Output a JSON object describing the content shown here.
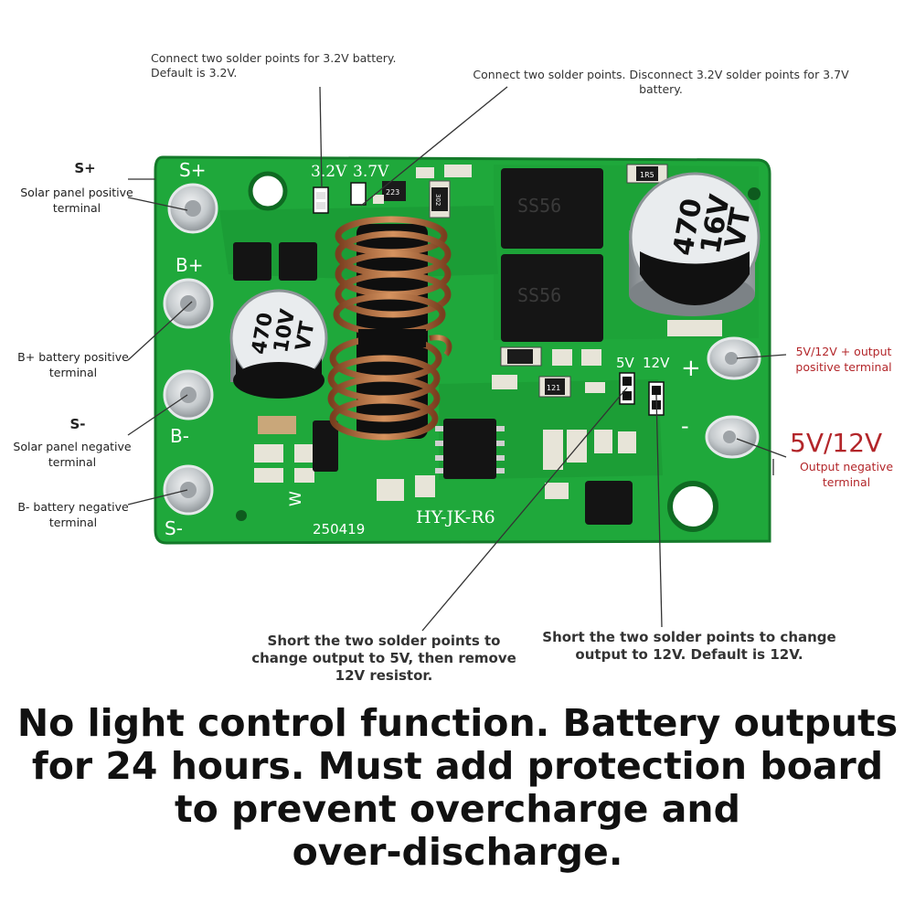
{
  "annotations": {
    "top_left_note": "Connect two solder points for 3.2V battery. Default is 3.2V.",
    "top_right_note": "Connect two solder points. Disconnect 3.2V solder points for 3.7V battery.",
    "s_plus_title": "S+",
    "s_plus_desc": "Solar panel positive terminal",
    "b_plus_desc": "B+ battery positive terminal",
    "s_minus_title": "S-",
    "s_minus_desc": "Solar panel negative terminal",
    "b_minus_desc": "B- battery negative terminal",
    "out_plus_desc": "5V/12V + output positive terminal",
    "out_minus_title": "5V/12V",
    "out_minus_desc": "Output negative terminal",
    "bottom_left_note": "Short the two solder points to change output to 5V, then remove 12V resistor.",
    "bottom_right_note": "Short the two solder points to change output to 12V. Default is 12V."
  },
  "board": {
    "pad_s_plus": "S+",
    "pad_b_plus": "B+",
    "pad_b_minus": "B-",
    "pad_s_minus": "S-",
    "jumper_32v": "3.2V",
    "jumper_37v": "3.7V",
    "sel_5v": "5V",
    "sel_12v": "12V",
    "out_plus_sign": "+",
    "out_minus_sign": "-",
    "date_code": "250419",
    "model": "HY-JK-R6",
    "w_mark": "W",
    "cap_big_l1": "470",
    "cap_big_l2": "16V",
    "cap_big_l3": "VT",
    "cap_small_l1": "470",
    "cap_small_l2": "10V",
    "cap_small_l3": "VT",
    "diode_mark": "SS56",
    "res_r302": "302",
    "res_r223": "223",
    "res_r1r5": "1R5",
    "res_r121": "121"
  },
  "footer": {
    "line1": "No light control function. Battery outputs",
    "line2": "for 24 hours. Must add protection board",
    "line3": "to prevent overcharge and",
    "line4": "over-discharge."
  },
  "colors": {
    "pcb": "#1fa83b",
    "pcb_dark": "#178a2f",
    "pad": "#cfd3d6",
    "coil": "#b36b3c",
    "label_red": "#b3262a"
  }
}
